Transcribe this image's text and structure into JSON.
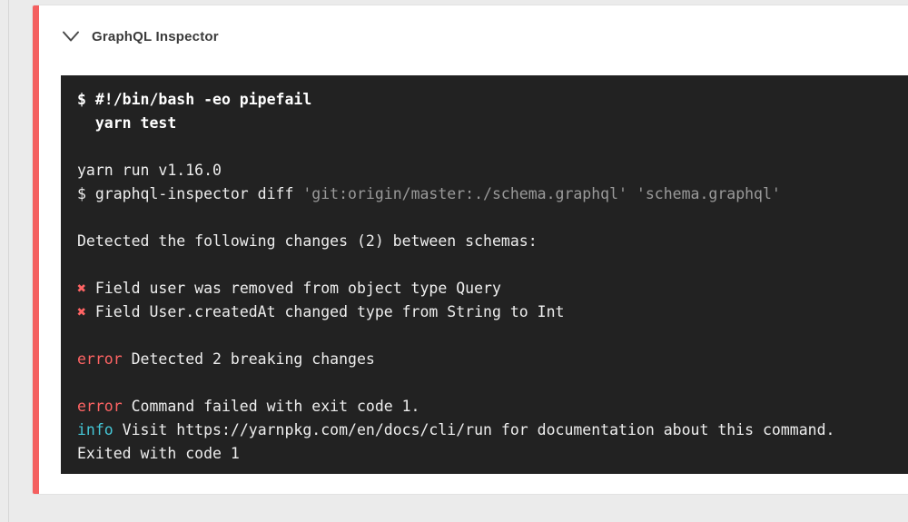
{
  "header": {
    "title": "GraphQL Inspector"
  },
  "icons": {
    "header_icon": "chevron-down-icon"
  },
  "colors": {
    "accent": "#f45f5f",
    "terminal_bg": "#222222",
    "terminal_fg": "#eeeeee",
    "terminal_dim": "#9a9a9a",
    "error": "#ff6464",
    "info": "#45c6d6"
  },
  "terminal": {
    "lines": [
      {
        "segments": [
          {
            "text": "$ #!/bin/bash -eo pipefail",
            "style": "bold"
          }
        ]
      },
      {
        "segments": [
          {
            "text": "  yarn test",
            "style": "bold"
          }
        ]
      },
      {
        "segments": []
      },
      {
        "segments": [
          {
            "text": "yarn run v1.16.0",
            "style": "plain"
          }
        ]
      },
      {
        "segments": [
          {
            "text": "$ graphql-inspector diff ",
            "style": "plain"
          },
          {
            "text": "'git:origin/master:./schema.graphql'",
            "style": "dim"
          },
          {
            "text": " ",
            "style": "plain"
          },
          {
            "text": "'schema.graphql'",
            "style": "dim"
          }
        ]
      },
      {
        "segments": []
      },
      {
        "segments": [
          {
            "text": "Detected the following changes (2) between schemas:",
            "style": "plain"
          }
        ]
      },
      {
        "segments": []
      },
      {
        "segments": [
          {
            "text": "✖",
            "style": "error"
          },
          {
            "text": " Field user was removed from object type Query",
            "style": "plain"
          }
        ]
      },
      {
        "segments": [
          {
            "text": "✖",
            "style": "error"
          },
          {
            "text": " Field User.createdAt changed type from String to Int",
            "style": "plain"
          }
        ]
      },
      {
        "segments": []
      },
      {
        "segments": [
          {
            "text": "error",
            "style": "error"
          },
          {
            "text": " Detected 2 breaking changes",
            "style": "plain"
          }
        ]
      },
      {
        "segments": []
      },
      {
        "segments": [
          {
            "text": "error",
            "style": "error"
          },
          {
            "text": " Command failed with exit code 1.",
            "style": "plain"
          }
        ]
      },
      {
        "segments": [
          {
            "text": "info",
            "style": "info"
          },
          {
            "text": " Visit https://yarnpkg.com/en/docs/cli/run for documentation about this command.",
            "style": "plain"
          }
        ]
      },
      {
        "segments": [
          {
            "text": "Exited with code 1",
            "style": "plain"
          }
        ]
      }
    ]
  }
}
